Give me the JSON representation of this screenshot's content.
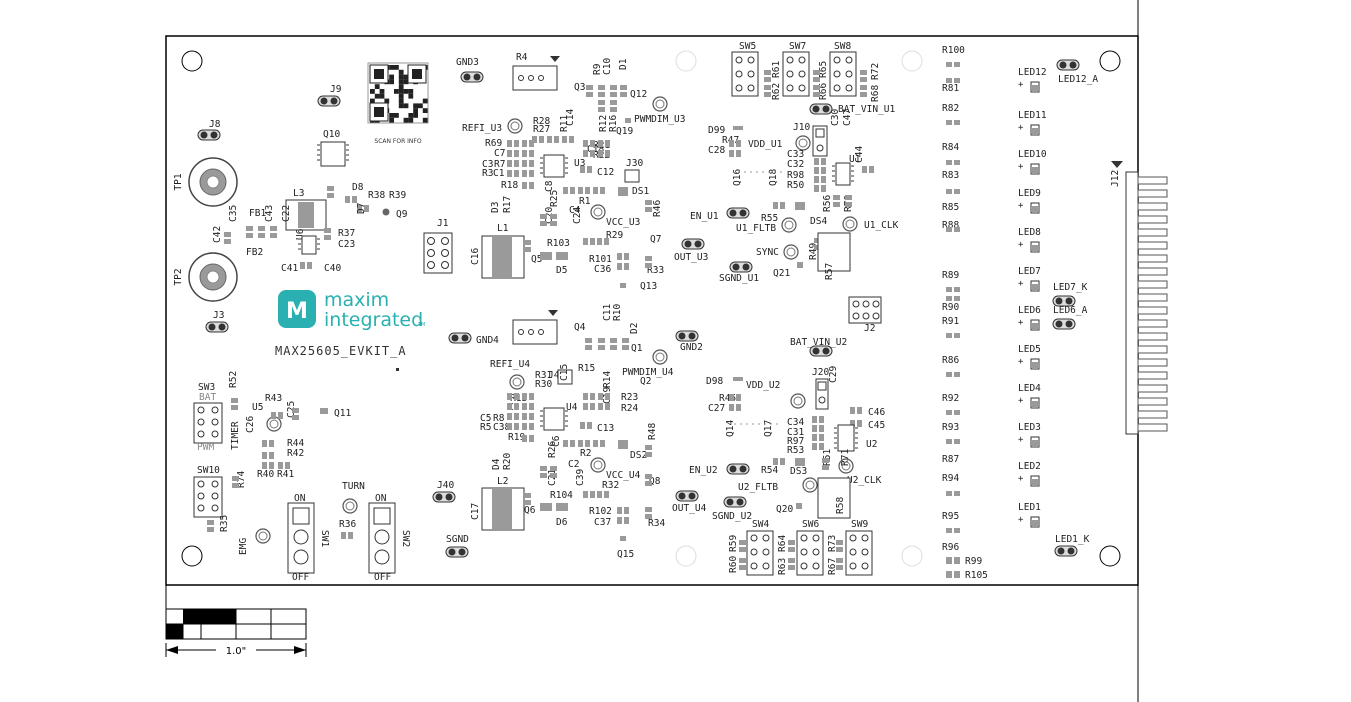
{
  "board": {
    "name": "MAX25605_EVKIT_A",
    "logo_top": "maxim",
    "logo_bottom": "integrated",
    "logo_tm": "TM",
    "qr_caption": "SCAN FOR INFO",
    "scale_label": "1.0\"",
    "colors": {
      "silk": "#222222",
      "pad": "#9a9a9a",
      "pad_dark": "#555555",
      "logo": "#2ab0b0",
      "outline": "#000000"
    }
  },
  "labels": {
    "GND3": "GND3",
    "J9": "J9",
    "J8": "J8",
    "TP1": "TP1",
    "TP2": "TP2",
    "Q10": "Q10",
    "L3": "L3",
    "FB1": "FB1",
    "FB2": "FB2",
    "C35": "C35",
    "C43": "C43",
    "C22": "C22",
    "C42": "C42",
    "U6": "U6",
    "C41": "C41",
    "C40": "C40",
    "D8": "D8",
    "R38": "R38",
    "R39": "R39",
    "Q9": "Q9",
    "R37": "R37",
    "C23": "C23",
    "D7": "D7",
    "J3": "J3",
    "R4": "R4",
    "R6": "R6",
    "J1": "J1",
    "J2": "J2",
    "L1": "L1",
    "L2": "L2",
    "C16": "C16",
    "C17": "C17",
    "Q5": "Q5",
    "Q6": "Q6",
    "D5": "D5",
    "D6": "D6",
    "R103": "R103",
    "R104": "R104",
    "R101": "R101",
    "R102": "R102",
    "C36": "C36",
    "C37": "C37",
    "R33": "R33",
    "R34": "R34",
    "Q13": "Q13",
    "Q15": "Q15",
    "Q3": "Q3",
    "R9": "R9",
    "C10": "C10",
    "D1": "D1",
    "Q12": "Q12",
    "PWMDIM_U3": "PWMDIM_U3",
    "R12": "R12",
    "R16": "R16",
    "Q19": "Q19",
    "R28": "R28",
    "R27": "R27",
    "R11": "R11",
    "C14": "C14",
    "REFI_U3": "REFI_U3",
    "R69": "R69",
    "C7": "C7",
    "C3": "C3",
    "R7": "R7",
    "R3": "R3",
    "C1": "C1",
    "U3": "U3",
    "C12": "C12",
    "C18": "C18",
    "R21": "R21",
    "R22": "R22",
    "J30": "J30",
    "R18": "R18",
    "C8": "C8",
    "DS1": "DS1",
    "D3": "D3",
    "R17": "R17",
    "R25": "R25",
    "R1": "R1",
    "C4": "C4",
    "VCC_U3": "VCC_U3",
    "R46": "R46",
    "C20": "C20",
    "C24": "C24",
    "R29": "R29",
    "Q7": "Q7",
    "OUT_U3": "OUT_U3",
    "Q4": "Q4",
    "C11": "C11",
    "R10": "R10",
    "D2": "D2",
    "GND2": "GND2",
    "GND4": "GND4",
    "Q1": "Q1",
    "PWMDIM_U4": "PWMDIM_U4",
    "REFI_U4": "REFI_U4",
    "R31": "R31",
    "J41": "J41",
    "R15": "R15",
    "C15": "C15",
    "R30": "R30",
    "R14": "R14",
    "Q2": "Q2",
    "R13": "R13",
    "C9": "C9",
    "C5": "C5",
    "R8": "R8",
    "R5": "R5",
    "C38": "C38",
    "U4": "U4",
    "R23": "R23",
    "R24": "R24",
    "C19": "C19",
    "C13": "C13",
    "R19": "R19",
    "C6": "C6",
    "R2": "R2",
    "DS2": "DS2",
    "D4": "D4",
    "R20": "R20",
    "R26": "R26",
    "R48": "R48",
    "C2": "C2",
    "VCC_U4": "VCC_U4",
    "C21": "C21",
    "C39": "C39",
    "R32": "R32",
    "Q8": "Q8",
    "OUT_U4": "OUT_U4",
    "J40": "J40",
    "SGND": "SGND",
    "SW3": "SW3",
    "BAT": "BAT",
    "PWM": "PWM",
    "R52": "R52",
    "R43": "R43",
    "U5": "U5",
    "C25": "C25",
    "Q11": "Q11",
    "TIMER": "TIMER",
    "C26": "C26",
    "R44": "R44",
    "R42": "R42",
    "R40": "R40",
    "R41": "R41",
    "SW10": "SW10",
    "R74": "R74",
    "R35": "R35",
    "TURN": "TURN",
    "ON": "ON",
    "OFF": "OFF",
    "SW1": "SW1",
    "SW2": "SW2",
    "R36": "R36",
    "EMG": "EMG",
    "SW5": "SW5",
    "SW7": "SW7",
    "SW8": "SW8",
    "R61": "R61",
    "R62": "R62",
    "R65": "R65",
    "R66": "R66",
    "R72": "R72",
    "R68": "R68",
    "BAT_VIN_U1": "BAT_VIN_U1",
    "D99": "D99",
    "R47": "R47",
    "C28": "C28",
    "VDD_U1": "VDD_U1",
    "J10": "J10",
    "C30": "C30",
    "C47": "C47",
    "C33": "C33",
    "C32": "C32",
    "R98": "R98",
    "R50": "R50",
    "U1": "U1",
    "C44": "C44",
    "Q16": "Q16",
    "Q18": "Q18",
    "R56": "R56",
    "R70": "R70",
    "EN_U1": "EN_U1",
    "R55": "R55",
    "DS4": "DS4",
    "U1_FLTB": "U1_FLTB",
    "U1_CLK": "U1_CLK",
    "R49": "R49",
    "SYNC": "SYNC",
    "Q21": "Q21",
    "SGND_U1": "SGND_U1",
    "R57": "R57",
    "BAT_VIN_U2": "BAT_VIN_U2",
    "D98": "D98",
    "R45": "R45",
    "C27": "C27",
    "VDD_U2": "VDD_U2",
    "J20": "J20",
    "C29": "C29",
    "C46": "C46",
    "C45": "C45",
    "Q14": "Q14",
    "Q17": "Q17",
    "C34": "C34",
    "C31": "C31",
    "R97": "R97",
    "R53": "R53",
    "U2": "U2",
    "EN_U2": "EN_U2",
    "R54": "R54",
    "DS3": "DS3",
    "R51": "R51",
    "R71": "R71",
    "U2_CLK": "U2_CLK",
    "U2_FLTB": "U2_FLTB",
    "Q20": "Q20",
    "R58": "R58",
    "SGND_U2": "SGND_U2",
    "SW4": "SW4",
    "SW6": "SW6",
    "SW9": "SW9",
    "R59": "R59",
    "R60": "R60",
    "R64": "R64",
    "R63": "R63",
    "R73": "R73",
    "R67": "R67",
    "R100": "R100",
    "R81": "R81",
    "R82": "R82",
    "R84": "R84",
    "R83": "R83",
    "R85": "R85",
    "R88": "R88",
    "R89": "R89",
    "R90": "R90",
    "R91": "R91",
    "R86": "R86",
    "R92": "R92",
    "R93": "R93",
    "R87": "R87",
    "R94": "R94",
    "R95": "R95",
    "R96": "R96",
    "R99": "R99",
    "R105": "R105",
    "LED12": "LED12",
    "LED12_A": "LED12_A",
    "LED11": "LED11",
    "LED10": "LED10",
    "LED9": "LED9",
    "LED8": "LED8",
    "LED7": "LED7",
    "LED7_K": "LED7_K",
    "LED6": "LED6",
    "LED6_A": "LED6_A",
    "LED5": "LED5",
    "LED4": "LED4",
    "LED3": "LED3",
    "LED2": "LED2",
    "LED1": "LED1",
    "LED1_K": "LED1_K",
    "J12": "J12"
  }
}
